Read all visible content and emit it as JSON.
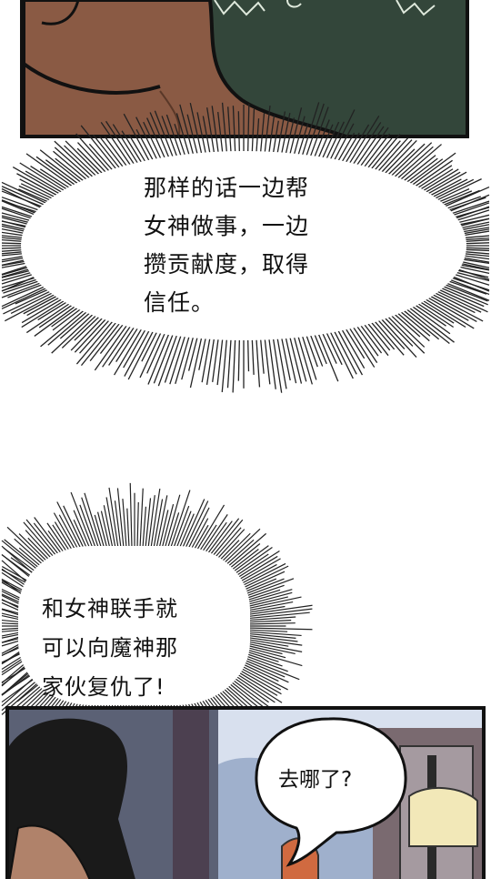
{
  "comic": {
    "bubble_1": {
      "lines": "那样的话一边帮\n女神做事，一边\n攒贡献度，取得\n信任。"
    },
    "bubble_2": {
      "lines": "和女神联手就\n可以向魔神那\n家伙复仇了!"
    },
    "bubble_3": {
      "lines": "去哪了?"
    }
  },
  "colors": {
    "ink": "#111111",
    "skin": "#8a5a44",
    "forest": "#2c3d30",
    "sky": "#c9d3e4"
  }
}
